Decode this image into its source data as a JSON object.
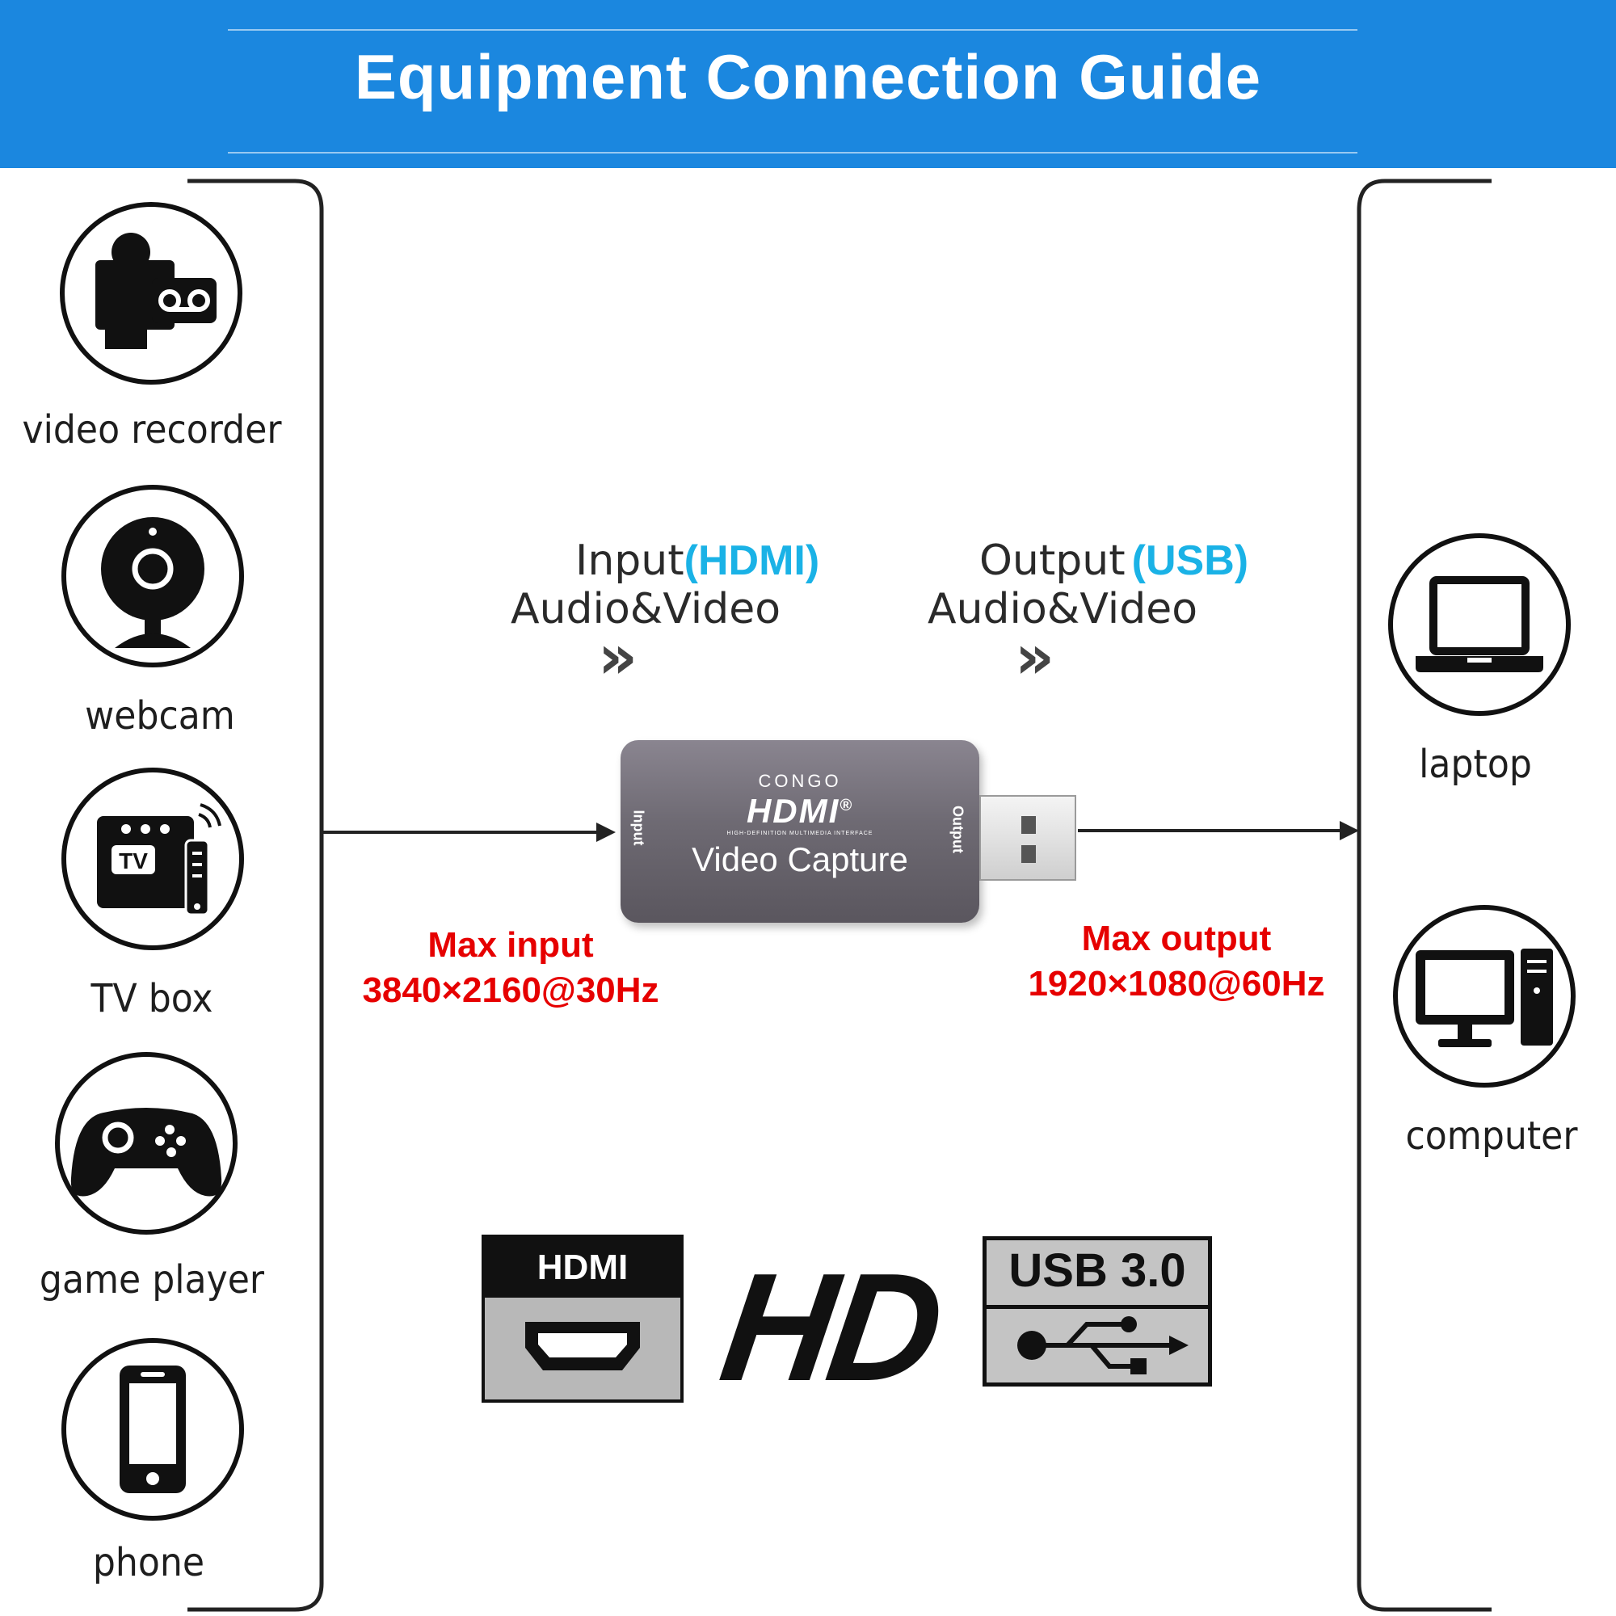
{
  "header": {
    "title": "Equipment Connection Guide"
  },
  "input_devices": [
    {
      "label": "video recorder",
      "icon": "video-recorder-icon"
    },
    {
      "label": "webcam",
      "icon": "webcam-icon"
    },
    {
      "label": "TV box",
      "icon": "tv-box-icon"
    },
    {
      "label": "game player",
      "icon": "game-controller-icon"
    },
    {
      "label": "phone",
      "icon": "phone-icon"
    }
  ],
  "output_devices": [
    {
      "label": "laptop",
      "icon": "laptop-icon"
    },
    {
      "label": "computer",
      "icon": "desktop-computer-icon"
    }
  ],
  "flow": {
    "input_word": "Input",
    "input_type": "(HDMI)",
    "input_sub": "Audio&Video",
    "output_word": "Output",
    "output_type": "(USB)",
    "output_sub": "Audio&Video",
    "arrow_glyph": "»"
  },
  "device": {
    "brand": "CONGO",
    "logo": "HDMI",
    "logo_reg": "®",
    "tagline": "HIGH-DEFINITION MULTIMEDIA INTERFACE",
    "name": "Video Capture",
    "input_port_label": "Input",
    "output_port_label": "Output"
  },
  "specs": {
    "max_input_label": "Max input",
    "max_input_value": "3840×2160@30Hz",
    "max_output_label": "Max output",
    "max_output_value": "1920×1080@60Hz"
  },
  "badges": {
    "hdmi_label": "HDMI",
    "hd_label": "HD",
    "usb_label": "USB 3.0"
  },
  "colors": {
    "banner": "#1b87df",
    "accent_blue": "#1ab2e6",
    "spec_red": "#e60000",
    "device_body": "#6e6a73"
  }
}
